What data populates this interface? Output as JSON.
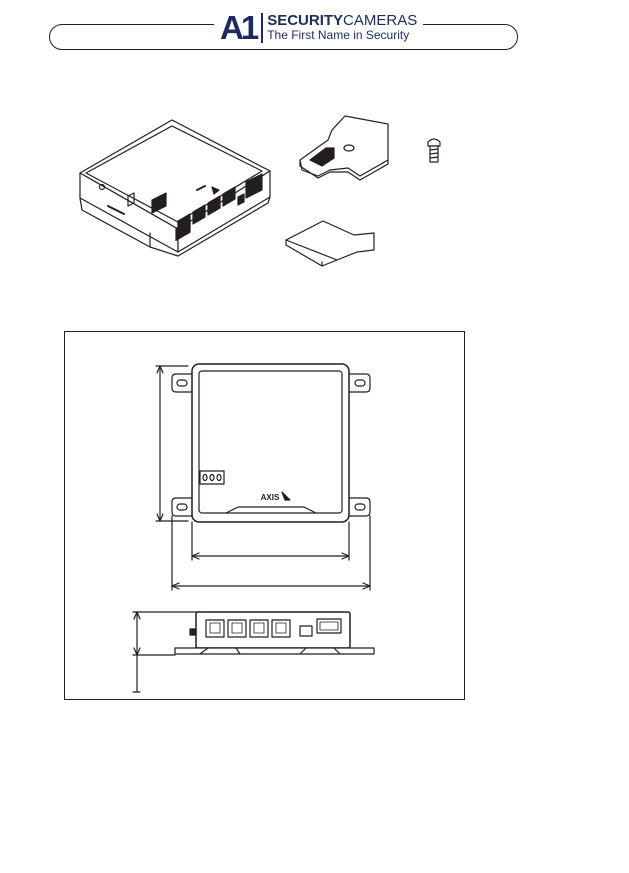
{
  "header": {
    "logo_mark": "A1",
    "brand_bold": "SECURITY",
    "brand_light": "CAMERAS",
    "tagline": "The First Name in Security"
  },
  "device_brand": "AXIS",
  "colors": {
    "brand_navy": "#1d2a5e",
    "line": "#231f20"
  }
}
